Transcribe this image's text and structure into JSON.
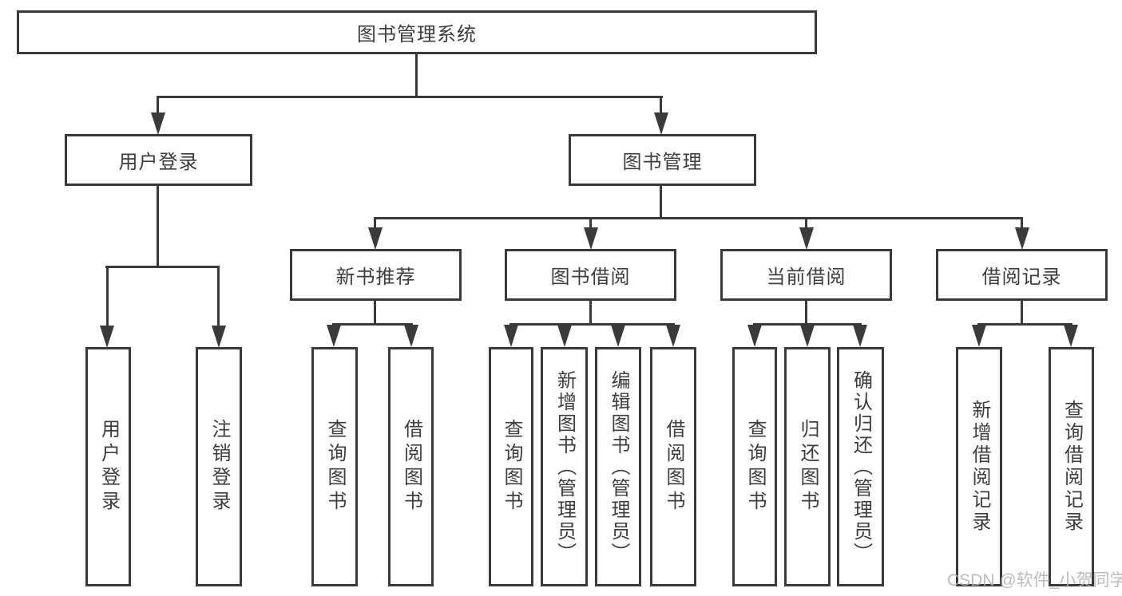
{
  "diagram_type": "hierarchy-tree",
  "colors": {
    "line": "#3a3a3a",
    "box_border": "#3a3a3a",
    "text": "#3d3d3d",
    "background": "#ffffff",
    "watermark": "#b0b0b0"
  },
  "root": {
    "label": "图书管理系统"
  },
  "branches": [
    {
      "id": "user-login",
      "label": "用户登录",
      "parent": "图书管理系统"
    },
    {
      "id": "book-management",
      "label": "图书管理",
      "parent": "图书管理系统"
    }
  ],
  "modules": [
    {
      "id": "new-book-recommend",
      "label": "新书推荐",
      "parent": "图书管理"
    },
    {
      "id": "book-borrowing",
      "label": "图书借阅",
      "parent": "图书管理"
    },
    {
      "id": "current-borrowing",
      "label": "当前借阅",
      "parent": "图书管理"
    },
    {
      "id": "borrowing-records",
      "label": "借阅记录",
      "parent": "图书管理"
    }
  ],
  "leaves": [
    {
      "id": "leaf-user-login",
      "label": "用户登录",
      "parent": "用户登录"
    },
    {
      "id": "leaf-logout",
      "label": "注销登录",
      "parent": "用户登录"
    },
    {
      "id": "leaf-query-books-recommend",
      "label": "查询图书",
      "parent": "新书推荐"
    },
    {
      "id": "leaf-borrow-books-recommend",
      "label": "借阅图书",
      "parent": "新书推荐"
    },
    {
      "id": "leaf-query-books-borrowing",
      "label": "查询图书",
      "parent": "图书借阅"
    },
    {
      "id": "leaf-add-books-admin",
      "label": "新增图书（管理员）",
      "parent": "图书借阅"
    },
    {
      "id": "leaf-edit-books-admin",
      "label": "编辑图书（管理员）",
      "parent": "图书借阅"
    },
    {
      "id": "leaf-borrow-books",
      "label": "借阅图书",
      "parent": "图书借阅"
    },
    {
      "id": "leaf-query-books-current",
      "label": "查询图书",
      "parent": "当前借阅"
    },
    {
      "id": "leaf-return-books",
      "label": "归还图书",
      "parent": "当前借阅"
    },
    {
      "id": "leaf-confirm-return-admin",
      "label": "确认归还（管理员）",
      "parent": "当前借阅"
    },
    {
      "id": "leaf-add-borrow-record",
      "label": "新增借阅记录",
      "parent": "借阅记录"
    },
    {
      "id": "leaf-query-borrow-record",
      "label": "查询借阅记录",
      "parent": "借阅记录"
    }
  ],
  "watermark": {
    "text": "CSDN @软件_小贺同学"
  }
}
